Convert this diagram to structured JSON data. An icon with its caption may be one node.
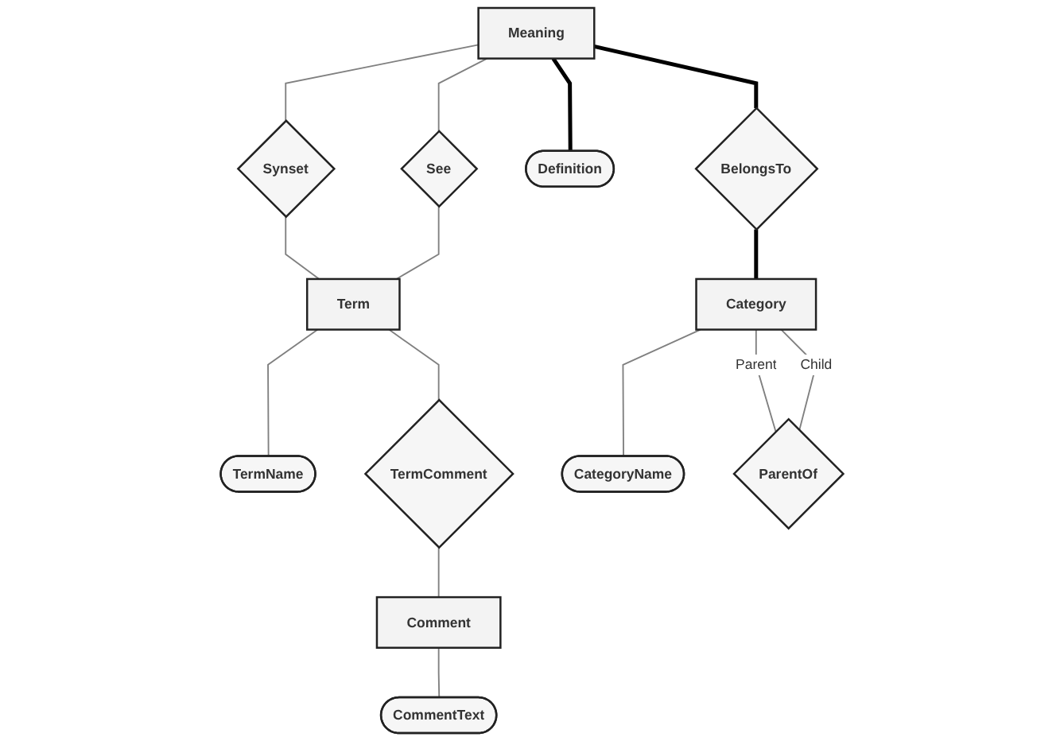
{
  "diagram": {
    "nodes": [
      {
        "text": [
          "Meaning"
        ]
      },
      {
        "text": [
          "Synset"
        ]
      },
      {
        "text": [
          "See"
        ]
      },
      {
        "text": [
          "Definition"
        ]
      },
      {
        "text": [
          "BelongsTo"
        ]
      },
      {
        "text": [
          "Term"
        ]
      },
      {
        "text": [
          "Category"
        ]
      },
      {
        "text": [
          "TermName"
        ]
      },
      {
        "text": [
          "TermComment"
        ]
      },
      {
        "text": [
          "CategoryName"
        ]
      },
      {
        "text": [
          "ParentOf"
        ]
      },
      {
        "text": [
          "Comment"
        ]
      },
      {
        "text": [
          "CommentText"
        ]
      }
    ],
    "edges": [
      {
        "from": 0,
        "to": 1,
        "arrow": "none"
      },
      {
        "from": 0,
        "to": 2,
        "arrow": "none"
      },
      {
        "from": 0,
        "to": 3,
        "arrow": "none",
        "style": "thick",
        "color": "#000000"
      },
      {
        "from": 0,
        "to": 4,
        "arrow": "none",
        "style": "thick",
        "color": "#000000"
      },
      {
        "from": 1,
        "to": 5,
        "arrow": "none"
      },
      {
        "from": 2,
        "to": 5,
        "arrow": "none"
      },
      {
        "from": 4,
        "to": 6,
        "arrow": "none",
        "style": "thick",
        "color": "#000000"
      },
      {
        "from": 5,
        "to": 7,
        "arrow": "none"
      },
      {
        "from": 6,
        "to": 9,
        "arrow": "none"
      },
      {
        "from": 5,
        "to": 8,
        "arrow": "none"
      },
      {
        "from": 6,
        "to": 10,
        "arrow": "none",
        "label": "Parent"
      },
      {
        "from": 6,
        "to": 10,
        "arrow": "none",
        "label": "Child"
      },
      {
        "from": 8,
        "to": 11,
        "arrow": "none"
      },
      {
        "from": 11,
        "to": 12,
        "arrow": "none"
      }
    ]
  }
}
